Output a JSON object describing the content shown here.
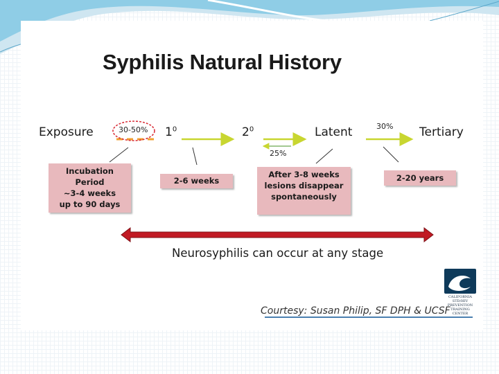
{
  "title": "Syphilis Natural History",
  "stages": {
    "exposure": "Exposure",
    "primary_base": "1",
    "primary_sup": "0",
    "secondary_base": "2",
    "secondary_sup": "0",
    "latent": "Latent",
    "tertiary": "Tertiary"
  },
  "percentages": {
    "exposure_to_primary": "30-50%",
    "latent_to_secondary": "25%",
    "latent_to_tertiary": "30%"
  },
  "boxes": {
    "incubation": "Incubation\nPeriod\n~3-4 weeks\nup to 90 days",
    "primary_duration": "2-6 weeks",
    "secondary_resolution": "After 3-8 weeks\nlesions disappear\nspontaneously",
    "tertiary_onset": "2-20 years"
  },
  "neurosyphilis": "Neurosyphilis can occur at any stage",
  "courtesy": "Courtesy: Susan Philip, SF DPH & UCSF",
  "logo_text": "CALIFORNIA\nSTD/HIV PREVENTION\nTRAINING CENTER",
  "colors": {
    "arrow_green": "#c8d630",
    "dashed_orange": "#f0a030",
    "highlight_circle": "#d9303a",
    "box_fill": "#e8b9bd",
    "double_arrow": "#c11a24",
    "logo_blue": "#0e3a5a"
  }
}
